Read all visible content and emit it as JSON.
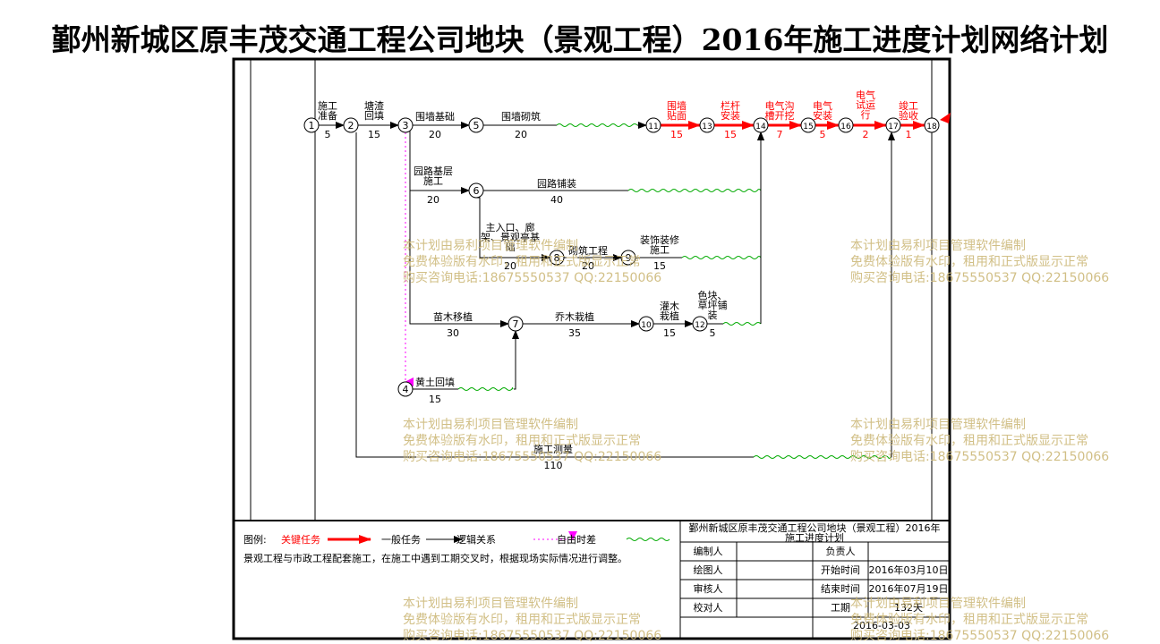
{
  "title": "鄞州新城区原丰茂交通工程公司地块（景观工程）2016年施工进度计划网络计划",
  "nodes": [
    {
      "id": "1",
      "label": "1",
      "critical": false
    },
    {
      "id": "2",
      "label": "2",
      "critical": false
    },
    {
      "id": "3",
      "label": "3",
      "critical": false
    },
    {
      "id": "4",
      "label": "4",
      "critical": false
    },
    {
      "id": "5",
      "label": "5",
      "critical": false
    },
    {
      "id": "6",
      "label": "6",
      "critical": false
    },
    {
      "id": "7",
      "label": "7",
      "critical": false
    },
    {
      "id": "8",
      "label": "8",
      "critical": false
    },
    {
      "id": "9",
      "label": "9",
      "critical": false
    },
    {
      "id": "10",
      "label": "10",
      "critical": false
    },
    {
      "id": "11",
      "label": "11",
      "critical": false
    },
    {
      "id": "12",
      "label": "12",
      "critical": false
    },
    {
      "id": "13",
      "label": "13",
      "critical": false
    },
    {
      "id": "14",
      "label": "14",
      "critical": false
    },
    {
      "id": "15",
      "label": "15",
      "critical": false
    },
    {
      "id": "16",
      "label": "16",
      "critical": false
    },
    {
      "id": "17",
      "label": "17",
      "critical": false
    },
    {
      "id": "18",
      "label": "18",
      "critical": false
    }
  ],
  "tasks": [
    {
      "id": "t1",
      "name": [
        "施工",
        "准备"
      ],
      "duration": "5",
      "critical": false
    },
    {
      "id": "t2",
      "name": [
        "塘渣",
        "回填"
      ],
      "duration": "15",
      "critical": false
    },
    {
      "id": "t3",
      "name": [
        "围墙基础"
      ],
      "duration": "20",
      "critical": false
    },
    {
      "id": "t4",
      "name": [
        "围墙砌筑"
      ],
      "duration": "20",
      "critical": false
    },
    {
      "id": "t5",
      "name": [
        "围墙",
        "贴面"
      ],
      "duration": "15",
      "critical": true
    },
    {
      "id": "t6",
      "name": [
        "栏杆",
        "安装"
      ],
      "duration": "15",
      "critical": true
    },
    {
      "id": "t7",
      "name": [
        "电气沟",
        "槽开挖"
      ],
      "duration": "7",
      "critical": true
    },
    {
      "id": "t8",
      "name": [
        "电气",
        "安装"
      ],
      "duration": "5",
      "critical": true
    },
    {
      "id": "t9",
      "name": [
        "电气",
        "试运",
        "行"
      ],
      "duration": "2",
      "critical": true
    },
    {
      "id": "t10",
      "name": [
        "竣工",
        "验收"
      ],
      "duration": "1",
      "critical": true
    },
    {
      "id": "t11",
      "name": [
        "园路基层",
        "施工"
      ],
      "duration": "20",
      "critical": false
    },
    {
      "id": "t12",
      "name": [
        "园路铺装"
      ],
      "duration": "40",
      "critical": false
    },
    {
      "id": "t13",
      "name": [
        "主入口、廊",
        "架、景观亭基",
        "础"
      ],
      "duration": "20",
      "critical": false
    },
    {
      "id": "t14",
      "name": [
        "砌筑工程"
      ],
      "duration": "20",
      "critical": false
    },
    {
      "id": "t15",
      "name": [
        "装饰装修",
        "施工"
      ],
      "duration": "15",
      "critical": false
    },
    {
      "id": "t16",
      "name": [
        "苗木移植"
      ],
      "duration": "30",
      "critical": false
    },
    {
      "id": "t17",
      "name": [
        "乔木栽植"
      ],
      "duration": "35",
      "critical": false
    },
    {
      "id": "t18",
      "name": [
        "灌木",
        "栽植"
      ],
      "duration": "15",
      "critical": false
    },
    {
      "id": "t19",
      "name": [
        "色块、",
        "草坪铺",
        "装"
      ],
      "duration": "5",
      "critical": false
    },
    {
      "id": "t20",
      "name": [
        "黄土回填"
      ],
      "duration": "15",
      "critical": false
    },
    {
      "id": "t21",
      "name": [
        "施工测量"
      ],
      "duration": "110",
      "critical": false
    }
  ],
  "legend": {
    "prefix": "图例:",
    "items": [
      {
        "label": "关键任务",
        "color": "#ff0000"
      },
      {
        "label": "一般任务",
        "color": "#000000"
      },
      {
        "label": "逻辑关系",
        "color": "#ff00ff"
      },
      {
        "label": "自由时差",
        "color": "#00aa00"
      }
    ],
    "note": "景观工程与市政工程配套施工，在施工中遇到工期交叉时，根据现场实际情况进行调整。"
  },
  "info_table": {
    "title_line1": "鄞州新城区原丰茂交通工程公司地块（景观工程）2016年",
    "title_line2": "施工进度计划",
    "rows": [
      {
        "left_label": "编制人",
        "left_value": "",
        "right_label": "负责人",
        "right_value": ""
      },
      {
        "left_label": "绘图人",
        "left_value": "",
        "right_label": "开始时间",
        "right_value": "2016年03月10日"
      },
      {
        "left_label": "审核人",
        "left_value": "",
        "right_label": "结束时间",
        "right_value": "2016年07月19日"
      },
      {
        "left_label": "校对人",
        "left_value": "",
        "right_label": "工期",
        "right_value": "132天"
      }
    ],
    "date": "2016-03-03"
  },
  "watermark": {
    "line1": "本计划由易利项目管理软件编制",
    "line2": "免费体验版有水印，租用和正式版显示正常",
    "line3": "购买咨询电话:18675550537 QQ:22150066"
  },
  "colors": {
    "critical": "#ff0000",
    "normal": "#000000",
    "logic": "#ff00ff",
    "float": "#00aa00",
    "watermark": "#cdb97a"
  }
}
